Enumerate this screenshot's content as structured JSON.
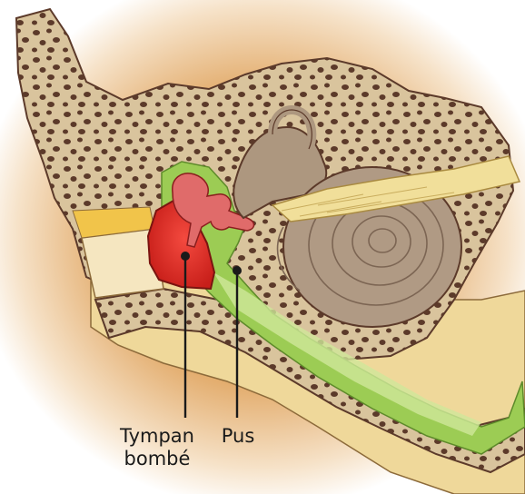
{
  "labels": {
    "tympan_line1": "Tympan",
    "tympan_line2": "bombé",
    "pus": "Pus"
  },
  "colors": {
    "background_glow": "#d89a4e",
    "bone": "#d8c39c",
    "bone_dark": "#5c3a2a",
    "pus": "#9ccc54",
    "eardrum": "#e0312b",
    "cochlea": "#b09a84",
    "nerve": "#f1df9a",
    "skin": "#efd89a"
  }
}
